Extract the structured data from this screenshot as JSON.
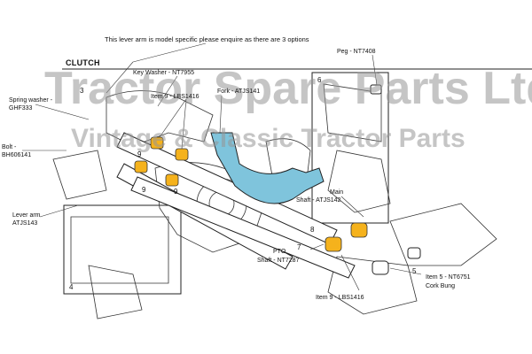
{
  "note": "This lever arm is model specific please enquire as there are 3 options",
  "section_title": "CLUTCH",
  "watermark": {
    "line1": "Tractor Spare Parts Ltd",
    "line2": "Vintage & Classic Tractor Parts"
  },
  "labels": {
    "peg": "Peg - NT7408",
    "key_washer": "Key Washer - NT7955",
    "spring_washer_1": "Spring washer -",
    "spring_washer_2": "GHF333",
    "item9_top": "Item 9 - LBS1416",
    "fork": "Fork - ATJS141",
    "bolt_1": "Bolt -",
    "bolt_2": "BH606141",
    "lever_arm_1": "Lever arm",
    "lever_arm_2": "ATJS143",
    "main_shaft_1": "Main",
    "main_shaft_2": "Shaft - ATJS142",
    "pto_shaft_1": "PTO",
    "pto_shaft_2": "Shaft - NT7287",
    "item9_bottom": "Item 9 - LBS1416",
    "item5_1": "Item 5 - NT6751",
    "item5_2": "Cork Bung"
  },
  "numbers": {
    "n3": "3",
    "n6": "6",
    "n9a": "9",
    "n9b": "9",
    "n9c": "9",
    "n8": "8",
    "n7": "7",
    "n5": "5",
    "n4": "4"
  },
  "colors": {
    "bushing": "#f5b21c",
    "fork": "#7fc4dc",
    "line": "#222222",
    "pointer": "#e0322a"
  }
}
